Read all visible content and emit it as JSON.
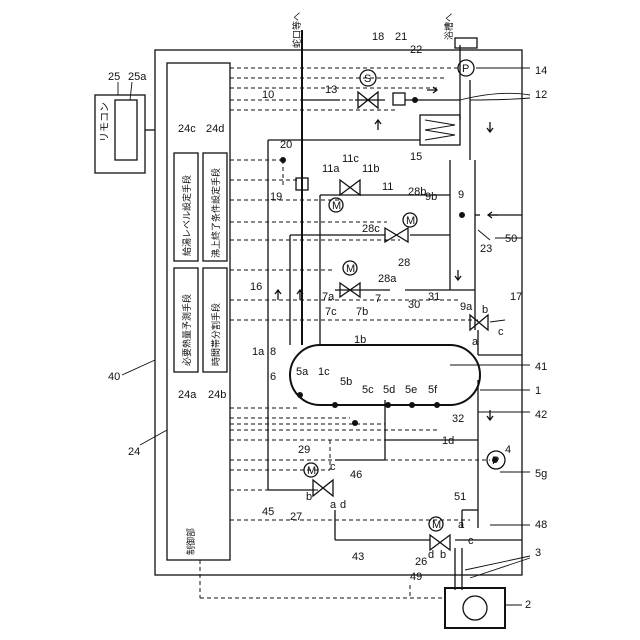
{
  "labels": {
    "remote": "リモコン",
    "ctrl": "制御部",
    "supply_level": "給湯レベル設定手段",
    "boil_end": "沸上終了条件設定手段",
    "req_heat": "必要熱量予測手段",
    "time_div": "時間帯分割手段",
    "to_tap": "蛇口等へ",
    "to_bath": "浴槽へ"
  },
  "motor": "M",
  "pump": "P",
  "sensor": "S",
  "numbers": {
    "n25": "25",
    "n25a": "25a",
    "n24": "24",
    "n24a": "24a",
    "n24b": "24b",
    "n24c": "24c",
    "n24d": "24d",
    "n40": "40",
    "n10": "10",
    "n13": "13",
    "n18": "18",
    "n21": "21",
    "n22": "22",
    "n14": "14",
    "n12": "12",
    "n15": "15",
    "n20": "20",
    "n19": "19",
    "n11a": "11a",
    "n11c": "11c",
    "n11b": "11b",
    "n11": "11",
    "n28b": "28b",
    "n9b": "9b",
    "n9": "9",
    "n28c": "28c",
    "n28": "28",
    "n28a": "28a",
    "n23": "23",
    "n50": "50",
    "n16": "16",
    "n7a": "7a",
    "n7c": "7c",
    "n7b": "7b",
    "n7": "7",
    "n30": "30",
    "n31": "31",
    "n9a": "9a",
    "n17": "17",
    "n1a": "1a",
    "n8": "8",
    "n1b": "1b",
    "n6": "6",
    "n5a": "5a",
    "n1c": "1c",
    "n5b": "5b",
    "n5c": "5c",
    "n5d": "5d",
    "n5e": "5e",
    "n5f": "5f",
    "n41": "41",
    "n1": "1",
    "n42": "42",
    "n32": "32",
    "n1d": "1d",
    "n29": "29",
    "n4": "4",
    "n5g": "5g",
    "n46": "46",
    "n45": "45",
    "n27": "27",
    "n51": "51",
    "n48": "48",
    "n43": "43",
    "n26": "26",
    "n3": "3",
    "n49": "49",
    "n2": "2",
    "pa": "a",
    "pb": "b",
    "pc": "c",
    "pd": "d"
  }
}
